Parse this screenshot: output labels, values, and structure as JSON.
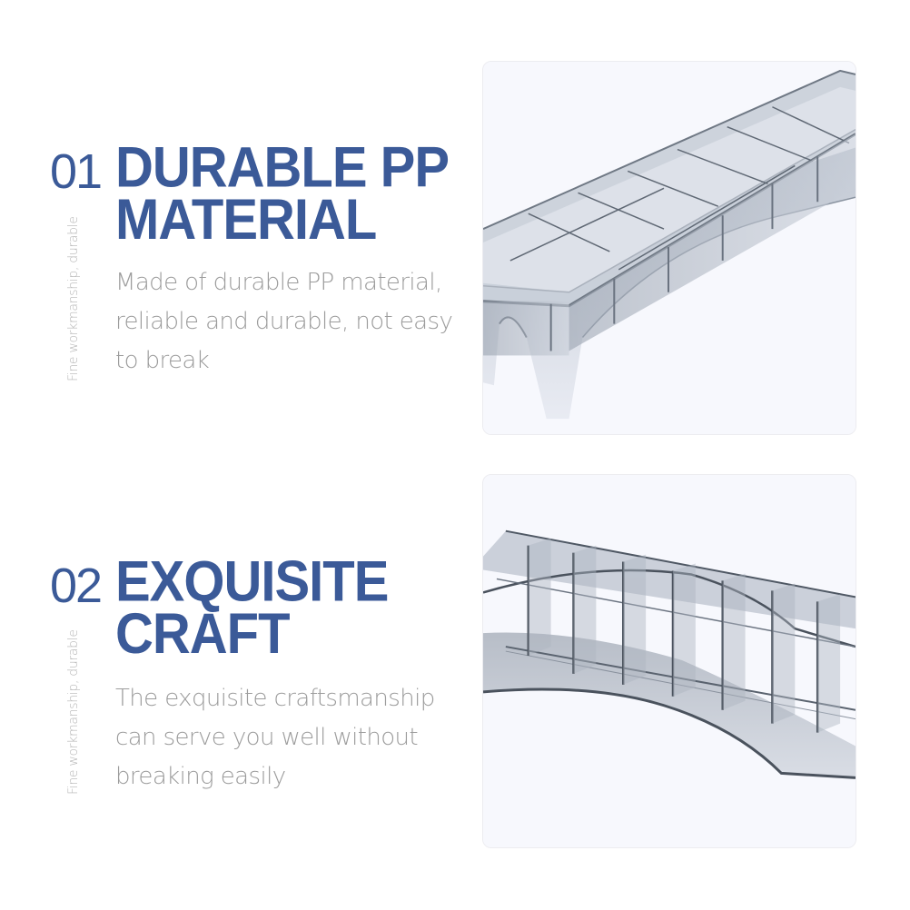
{
  "sections": [
    {
      "number": "01",
      "heading_line1": "DURABLE PP",
      "heading_line2": "MATERIAL",
      "side_caption": "Fine workmanship, durable",
      "body_line1": "Made of durable PP material,",
      "body_line2": "reliable and durable, not easy",
      "body_line3": "to break",
      "image_alt": "translucent clipper guide comb organizer, angled top view"
    },
    {
      "number": "02",
      "heading_line1": "EXQUISITE",
      "heading_line2": "CRAFT",
      "side_caption": "Fine workmanship, durable",
      "body_line1": "The exquisite craftsmanship",
      "body_line2": "can serve you well without",
      "body_line3": "breaking easily",
      "image_alt": "translucent clipper guide comb organizer, side view"
    }
  ],
  "colors": {
    "heading": "#3b5a98",
    "body_text": "#9c9c9c",
    "side_caption": "#b5b5b5",
    "card_bg": "#f7f8fd",
    "product_tint": "#7d8896"
  }
}
